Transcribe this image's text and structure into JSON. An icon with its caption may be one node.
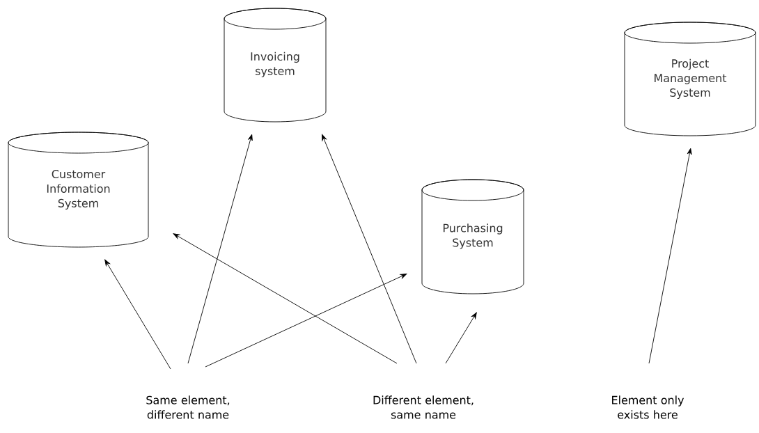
{
  "diagram": {
    "nodes": [
      {
        "text": [
          "Invoicing system"
        ]
      },
      {
        "text": [
          "Project Management System"
        ]
      },
      {
        "text": [
          "Customer Information System"
        ]
      },
      {
        "text": [
          "Purchasing System"
        ]
      },
      {
        "text": [
          "Same element, different name"
        ]
      },
      {
        "text": [
          "Different element, same name"
        ]
      },
      {
        "text": [
          "Element only exists here"
        ]
      }
    ],
    "edges": [
      {
        "from": 4,
        "to": 2,
        "arrow": "to"
      },
      {
        "from": 4,
        "to": 0,
        "arrow": "to"
      },
      {
        "from": 4,
        "to": 3,
        "arrow": "to"
      },
      {
        "from": 5,
        "to": 2,
        "arrow": "to"
      },
      {
        "from": 5,
        "to": 0,
        "arrow": "to"
      },
      {
        "from": 5,
        "to": 3,
        "arrow": "to"
      },
      {
        "from": 6,
        "to": 1,
        "arrow": "to"
      }
    ]
  }
}
